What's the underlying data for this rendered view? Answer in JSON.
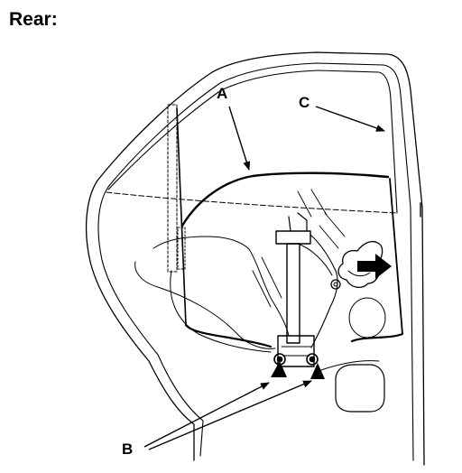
{
  "heading": "Rear:",
  "labels": {
    "a": "A",
    "b": "B",
    "c": "C"
  },
  "colors": {
    "ink": "#000000",
    "paper": "#ffffff"
  }
}
